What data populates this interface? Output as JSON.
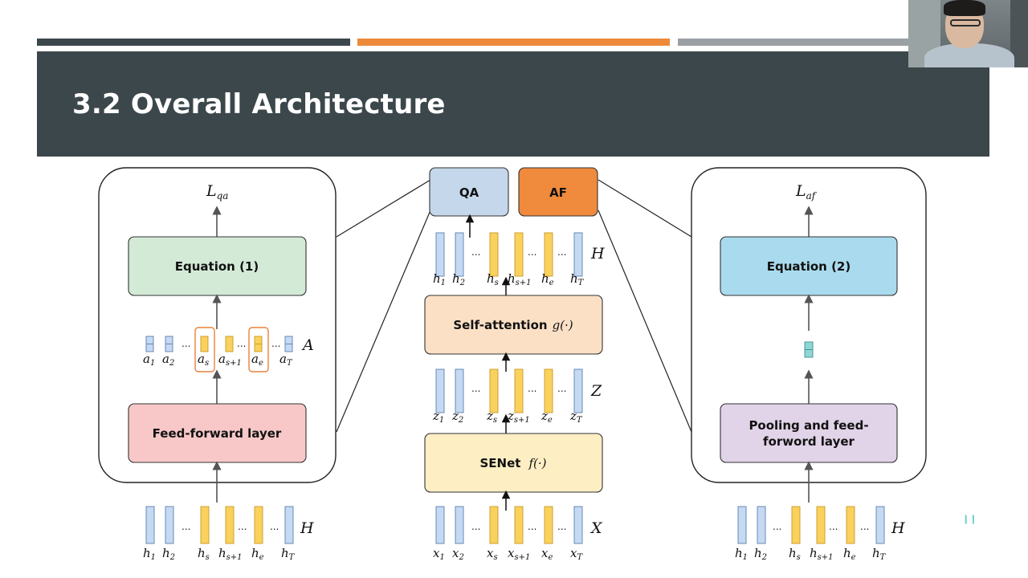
{
  "slide": {
    "title": "3.2 Overall Architecture",
    "accent_colors": {
      "bar_left": "#3b474b",
      "bar_middle": "#ec8a3a",
      "bar_right": "#9aa0a4",
      "title_band": "#3b474b"
    }
  },
  "diagram": {
    "center": {
      "qa_label": "QA",
      "af_label": "AF",
      "self_attention_label": "Self-attention",
      "self_attention_fn": "g(·)",
      "senet_label": "SENet",
      "senet_fn": "f(·)",
      "hidden_var": "H",
      "z_var": "Z",
      "x_var": "X"
    },
    "left_panel": {
      "loss": "L",
      "loss_sub": "qa",
      "equation_label": "Equation (1)",
      "ff_label": "Feed-forward layer",
      "a_var": "A",
      "input_var": "H"
    },
    "right_panel": {
      "loss": "L",
      "loss_sub": "af",
      "equation_label": "Equation (2)",
      "pool_label_line1": "Pooling and feed-",
      "pool_label_line2": "forword layer",
      "input_var": "H"
    },
    "dots": "...",
    "colors": {
      "qa_fill": "#c5d7ea",
      "af_fill": "#f08a3c",
      "eq1_fill": "#d3ead7",
      "ff_fill": "#f8c8c8",
      "sa_fill": "#fbe0c6",
      "senet_fill": "#fdeec4",
      "eq2_fill": "#a9daed",
      "pool_fill": "#e1d3e8",
      "blue_vec": "#c5daf2",
      "yellow_vec": "#fbd15e",
      "highlight": "#e9823d"
    }
  }
}
